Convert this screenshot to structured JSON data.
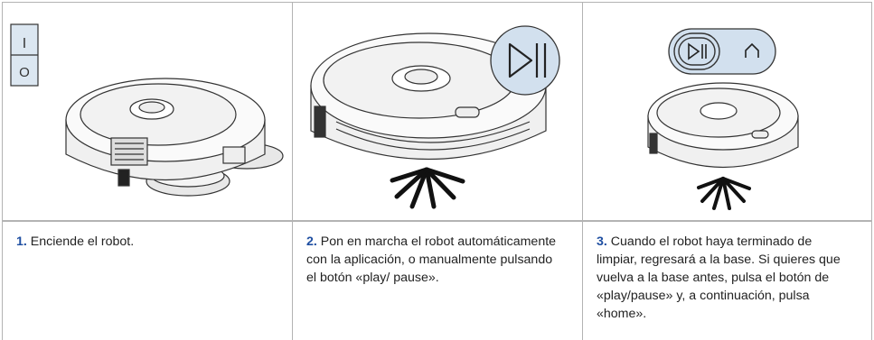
{
  "steps": [
    {
      "number": "1.",
      "text": "Enciende el robot.",
      "icons": [
        "power-switch-icon",
        "robot-vacuum-with-mop-pads"
      ]
    },
    {
      "number": "2.",
      "text": "Pon en marcha el robot automáticamente con la aplicación, o manualmente pulsando el botón «play/ pause».",
      "icons": [
        "play-pause-icon",
        "robot-vacuum"
      ]
    },
    {
      "number": "3.",
      "text": "Cuando el robot haya terminado de limpiar, regresará a la base. Si quieres que vuelva a la base antes, pulsa el botón de «play/pause» y, a continuación, pulsa «home».",
      "icons": [
        "play-pause-icon",
        "home-icon",
        "robot-vacuum"
      ]
    }
  ],
  "colors": {
    "accent": "#1e4ea1",
    "border": "#b3b3b3",
    "callout_fill": "#d2e0ee"
  },
  "switch": {
    "on_symbol": "I",
    "off_symbol": "O"
  }
}
